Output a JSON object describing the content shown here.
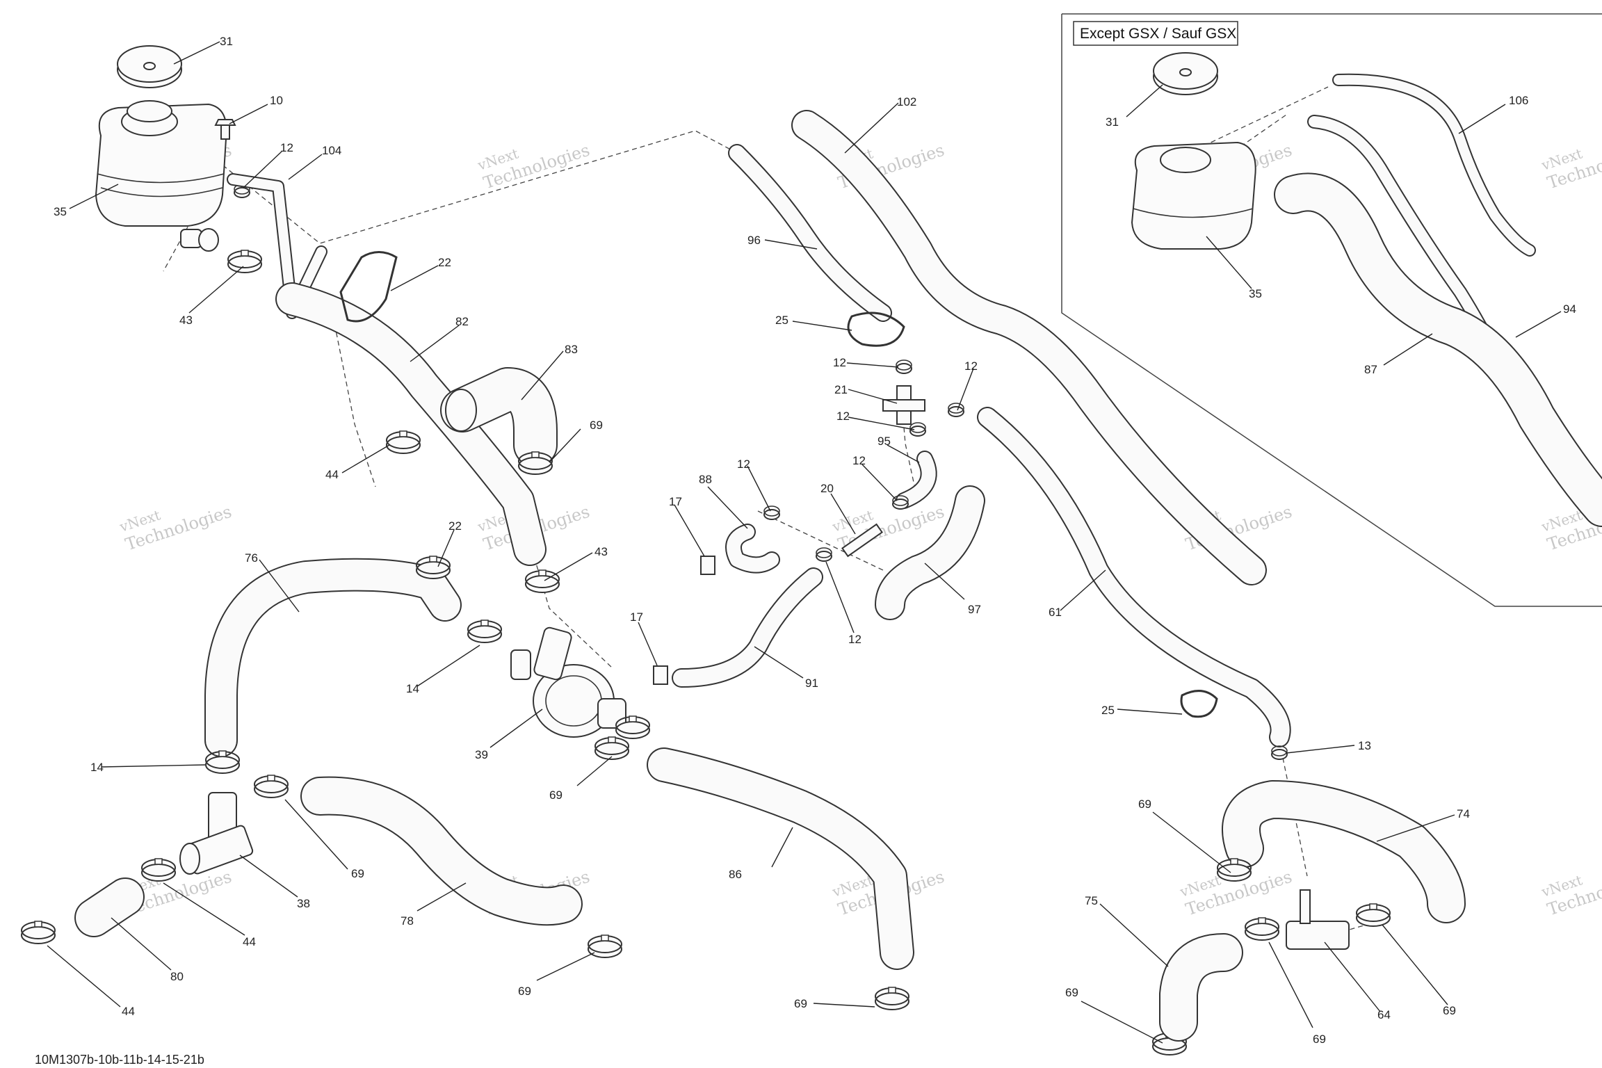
{
  "diagram": {
    "inset_title": "Except GSX / Sauf GSX",
    "footer_code": "10M1307b-10b-11b-14-15-21b",
    "watermark": [
      "vNext",
      "Technologies"
    ],
    "callouts": [
      {
        "id": "c31a",
        "label": "31"
      },
      {
        "id": "c10",
        "label": "10"
      },
      {
        "id": "c12a",
        "label": "12"
      },
      {
        "id": "c104",
        "label": "104"
      },
      {
        "id": "c35a",
        "label": "35"
      },
      {
        "id": "c43a",
        "label": "43"
      },
      {
        "id": "c22a",
        "label": "22"
      },
      {
        "id": "c82",
        "label": "82"
      },
      {
        "id": "c83",
        "label": "83"
      },
      {
        "id": "c69a",
        "label": "69"
      },
      {
        "id": "c44a",
        "label": "44"
      },
      {
        "id": "c102",
        "label": "102"
      },
      {
        "id": "c96",
        "label": "96"
      },
      {
        "id": "c25a",
        "label": "25"
      },
      {
        "id": "c12b",
        "label": "12"
      },
      {
        "id": "c21",
        "label": "21"
      },
      {
        "id": "c12c",
        "label": "12"
      },
      {
        "id": "c12d",
        "label": "12"
      },
      {
        "id": "c95",
        "label": "95"
      },
      {
        "id": "c12e",
        "label": "12"
      },
      {
        "id": "c88",
        "label": "88"
      },
      {
        "id": "c12f",
        "label": "12"
      },
      {
        "id": "c20",
        "label": "20"
      },
      {
        "id": "c17a",
        "label": "17"
      },
      {
        "id": "c97",
        "label": "97"
      },
      {
        "id": "c12g",
        "label": "12"
      },
      {
        "id": "c17b",
        "label": "17"
      },
      {
        "id": "c91",
        "label": "91"
      },
      {
        "id": "c61",
        "label": "61"
      },
      {
        "id": "c22b",
        "label": "22"
      },
      {
        "id": "c76",
        "label": "76"
      },
      {
        "id": "c43b",
        "label": "43"
      },
      {
        "id": "c14a",
        "label": "14"
      },
      {
        "id": "c39",
        "label": "39"
      },
      {
        "id": "c14b",
        "label": "14"
      },
      {
        "id": "c69b",
        "label": "69"
      },
      {
        "id": "c69c",
        "label": "69"
      },
      {
        "id": "c38",
        "label": "38"
      },
      {
        "id": "c44b",
        "label": "44"
      },
      {
        "id": "c80",
        "label": "80"
      },
      {
        "id": "c44c",
        "label": "44"
      },
      {
        "id": "c78",
        "label": "78"
      },
      {
        "id": "c69d",
        "label": "69"
      },
      {
        "id": "c86",
        "label": "86"
      },
      {
        "id": "c69e",
        "label": "69"
      },
      {
        "id": "c25b",
        "label": "25"
      },
      {
        "id": "c13",
        "label": "13"
      },
      {
        "id": "c69f",
        "label": "69"
      },
      {
        "id": "c74",
        "label": "74"
      },
      {
        "id": "c75",
        "label": "75"
      },
      {
        "id": "c69g",
        "label": "69"
      },
      {
        "id": "c69h",
        "label": "69"
      },
      {
        "id": "c64",
        "label": "64"
      },
      {
        "id": "c69i",
        "label": "69"
      },
      {
        "id": "c31b",
        "label": "31"
      },
      {
        "id": "c106",
        "label": "106"
      },
      {
        "id": "c35b",
        "label": "35"
      },
      {
        "id": "c94",
        "label": "94"
      },
      {
        "id": "c87",
        "label": "87"
      }
    ]
  }
}
